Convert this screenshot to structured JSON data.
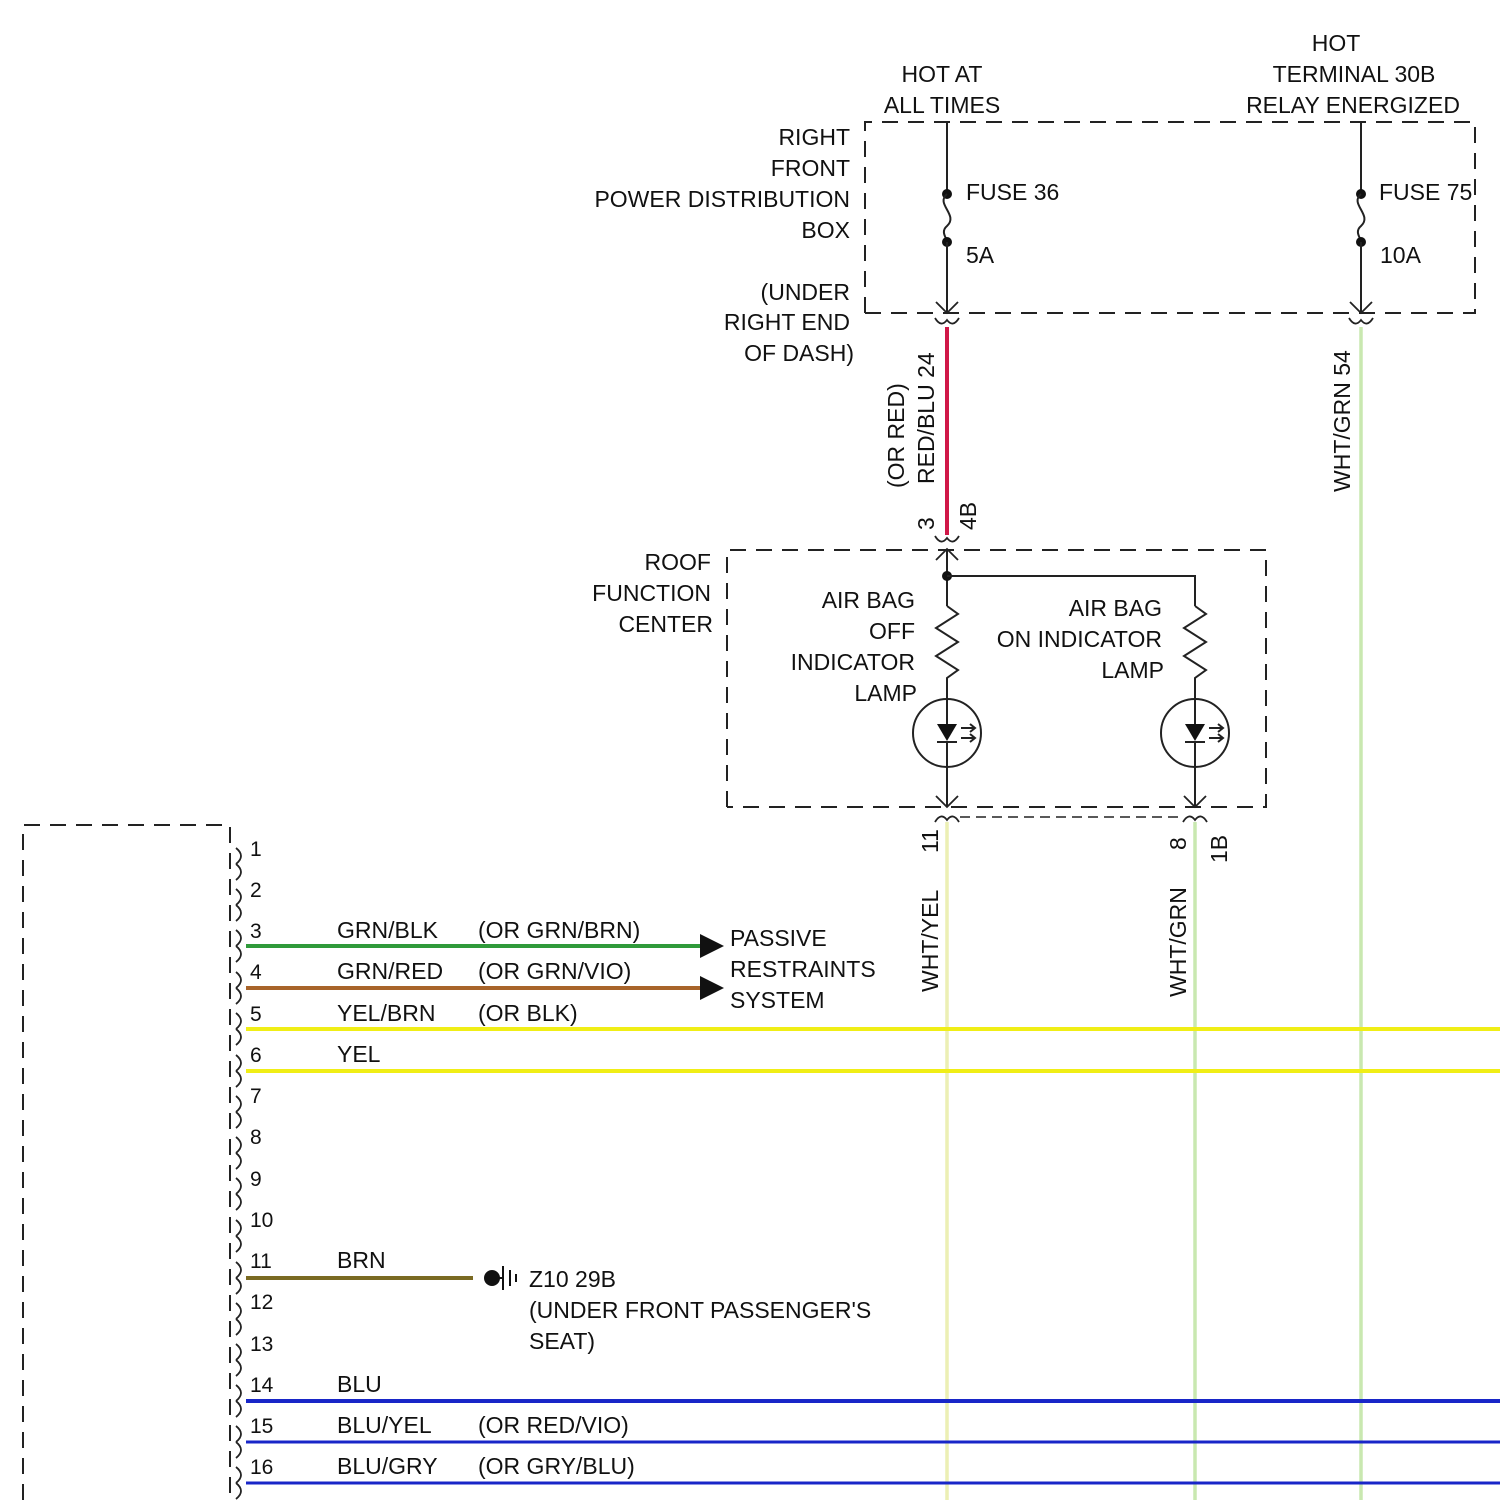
{
  "colors": {
    "red_blu": "#d01848",
    "wht_grn": "#c9e8b0",
    "wht_yel": "#ecefb4",
    "grn_blk": "#2f9a3a",
    "grn_red": "#a8642a",
    "yel": "#f0ee16",
    "brn": "#7a6a22",
    "blu": "#1826c8"
  },
  "sources": {
    "hot_always": [
      "HOT AT",
      "ALL TIMES"
    ],
    "hot_relay": [
      "HOT",
      "TERMINAL 30B",
      "RELAY ENERGIZED"
    ]
  },
  "pdb": {
    "name": [
      "RIGHT",
      "FRONT",
      "POWER DISTRIBUTION",
      "BOX"
    ],
    "location": [
      "(UNDER",
      "RIGHT END",
      "OF DASH)"
    ],
    "fuse_a_name": "FUSE 36",
    "fuse_a_rating": "5A",
    "fuse_b_name": "FUSE 75",
    "fuse_b_rating": "10A"
  },
  "wires_vertical": {
    "red_blu_label": "RED/BLU 24",
    "red_blu_alt": "(OR RED)",
    "wht_grn_54": "WHT/GRN 54",
    "wht_yel": "WHT/YEL",
    "wht_grn": "WHT/GRN"
  },
  "rfc": {
    "name": [
      "ROOF",
      "FUNCTION",
      "CENTER"
    ],
    "pin_in": "3",
    "conn_in": "4B",
    "off_lamp": [
      "AIR BAG",
      "OFF",
      "INDICATOR",
      "LAMP"
    ],
    "on_lamp": [
      "AIR BAG",
      "ON INDICATOR",
      "LAMP"
    ],
    "pin_off_out": "11",
    "pin_on_out": "8",
    "conn_out": "1B"
  },
  "connector_pins": [
    {
      "pin": "1"
    },
    {
      "pin": "2"
    },
    {
      "pin": "3",
      "wire": "GRN/BLK",
      "alt": "(OR GRN/BRN)"
    },
    {
      "pin": "4",
      "wire": "GRN/RED",
      "alt": "(OR GRN/VIO)"
    },
    {
      "pin": "5",
      "wire": "YEL/BRN",
      "alt": "(OR BLK)"
    },
    {
      "pin": "6",
      "wire": "YEL"
    },
    {
      "pin": "7"
    },
    {
      "pin": "8"
    },
    {
      "pin": "9"
    },
    {
      "pin": "10"
    },
    {
      "pin": "11",
      "wire": "BRN"
    },
    {
      "pin": "12"
    },
    {
      "pin": "13"
    },
    {
      "pin": "14",
      "wire": "BLU"
    },
    {
      "pin": "15",
      "wire": "BLU/YEL",
      "alt": "(OR RED/VIO)"
    },
    {
      "pin": "16",
      "wire": "BLU/GRY",
      "alt": "(OR GRY/BLU)"
    }
  ],
  "passive_restraints": [
    "PASSIVE",
    "RESTRAINTS",
    "SYSTEM"
  ],
  "ground": {
    "id": "Z10 29B",
    "location": [
      "(UNDER FRONT PASSENGER'S",
      "SEAT)"
    ]
  }
}
